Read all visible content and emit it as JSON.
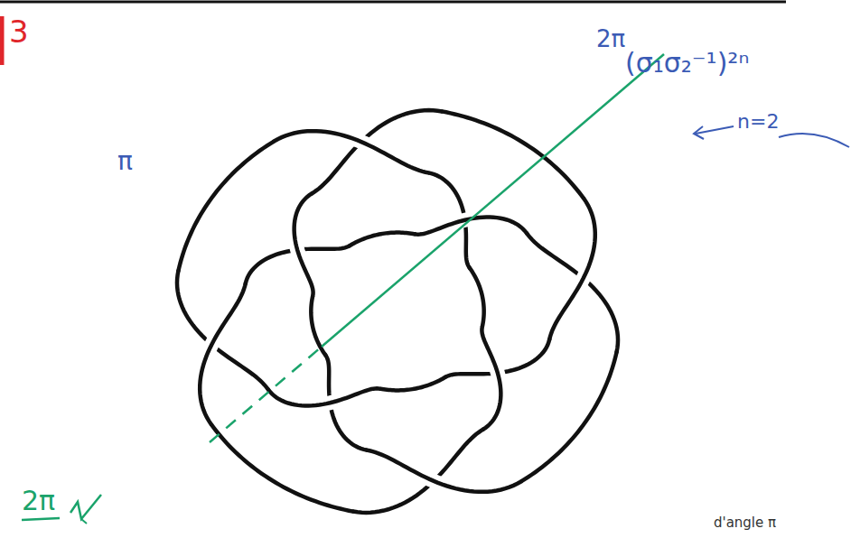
{
  "diagram": {
    "labels": [
      "3",
      "2π",
      "π",
      "(σ₁σ₂⁻¹)²ⁿ",
      "n=2",
      "2π",
      "d'angle π"
    ]
  }
}
